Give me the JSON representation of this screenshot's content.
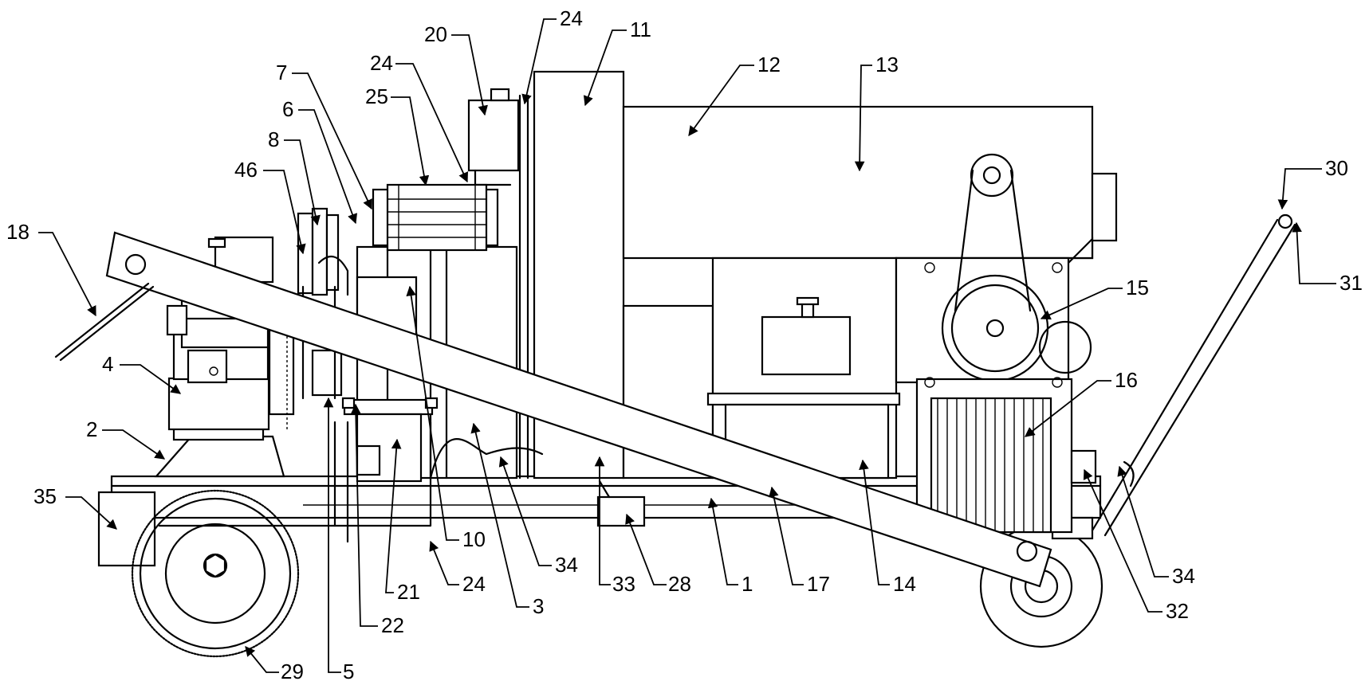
{
  "labels": [
    {
      "id": "l18",
      "text": "18"
    },
    {
      "id": "l4",
      "text": "4"
    },
    {
      "id": "l2",
      "text": "2"
    },
    {
      "id": "l35",
      "text": "35"
    },
    {
      "id": "l29",
      "text": "29"
    },
    {
      "id": "l5",
      "text": "5"
    },
    {
      "id": "l22",
      "text": "22"
    },
    {
      "id": "l21",
      "text": "21"
    },
    {
      "id": "l24a",
      "text": "24"
    },
    {
      "id": "l10",
      "text": "10"
    },
    {
      "id": "l3",
      "text": "3"
    },
    {
      "id": "l34a",
      "text": "34"
    },
    {
      "id": "l33",
      "text": "33"
    },
    {
      "id": "l28",
      "text": "28"
    },
    {
      "id": "l1",
      "text": "1"
    },
    {
      "id": "l17",
      "text": "17"
    },
    {
      "id": "l14",
      "text": "14"
    },
    {
      "id": "l32",
      "text": "32"
    },
    {
      "id": "l34b",
      "text": "34"
    },
    {
      "id": "l46",
      "text": "46"
    },
    {
      "id": "l8",
      "text": "8"
    },
    {
      "id": "l6",
      "text": "6"
    },
    {
      "id": "l7",
      "text": "7"
    },
    {
      "id": "l25",
      "text": "25"
    },
    {
      "id": "l24b",
      "text": "24"
    },
    {
      "id": "l20",
      "text": "20"
    },
    {
      "id": "l24c",
      "text": "24"
    },
    {
      "id": "l11",
      "text": "11"
    },
    {
      "id": "l12",
      "text": "12"
    },
    {
      "id": "l13",
      "text": "13"
    },
    {
      "id": "l15",
      "text": "15"
    },
    {
      "id": "l16",
      "text": "16"
    },
    {
      "id": "l30",
      "text": "30"
    },
    {
      "id": "l31",
      "text": "31"
    }
  ]
}
